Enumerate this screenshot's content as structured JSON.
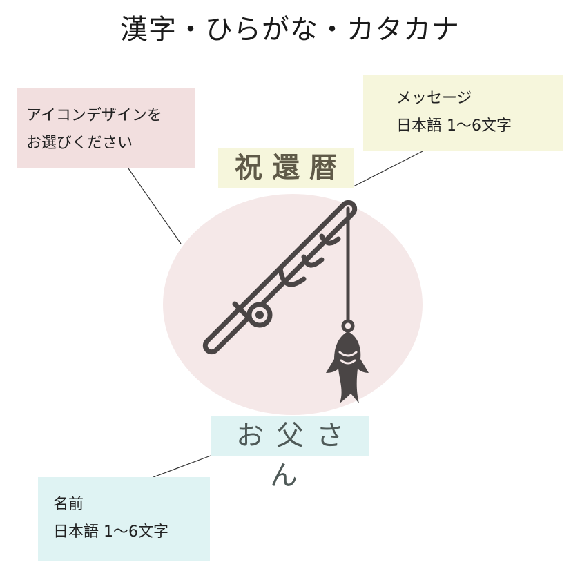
{
  "title": "漢字・ひらがな・カタカナ",
  "notes": {
    "design": [
      "アイコンデザインを",
      "お選びください"
    ],
    "message": [
      "メッセージ",
      "日本語 1〜6文字"
    ],
    "name": [
      "名前",
      "日本語 1〜6文字"
    ]
  },
  "labels": {
    "message": "祝還暦",
    "name": "お父さん"
  },
  "icon": "fishing-rod-with-fish-icon",
  "colors": {
    "circle": "#f5e8e8",
    "icon": "#4a4545",
    "design_note_bg": "#f2dfdf",
    "message_bg": "#f6f6dc",
    "name_bg": "#dff3f3"
  }
}
